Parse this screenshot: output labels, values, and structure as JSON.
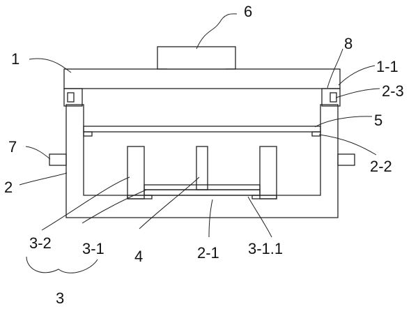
{
  "labels": {
    "l1": "1",
    "l1_1": "1-1",
    "l2": "2",
    "l2_1": "2-1",
    "l2_2": "2-2",
    "l2_3": "2-3",
    "l3": "3",
    "l3_1": "3-1",
    "l3_1_1": "3-1.1",
    "l3_2": "3-2",
    "l4": "4",
    "l5": "5",
    "l6": "6",
    "l7": "7",
    "l8": "8"
  }
}
